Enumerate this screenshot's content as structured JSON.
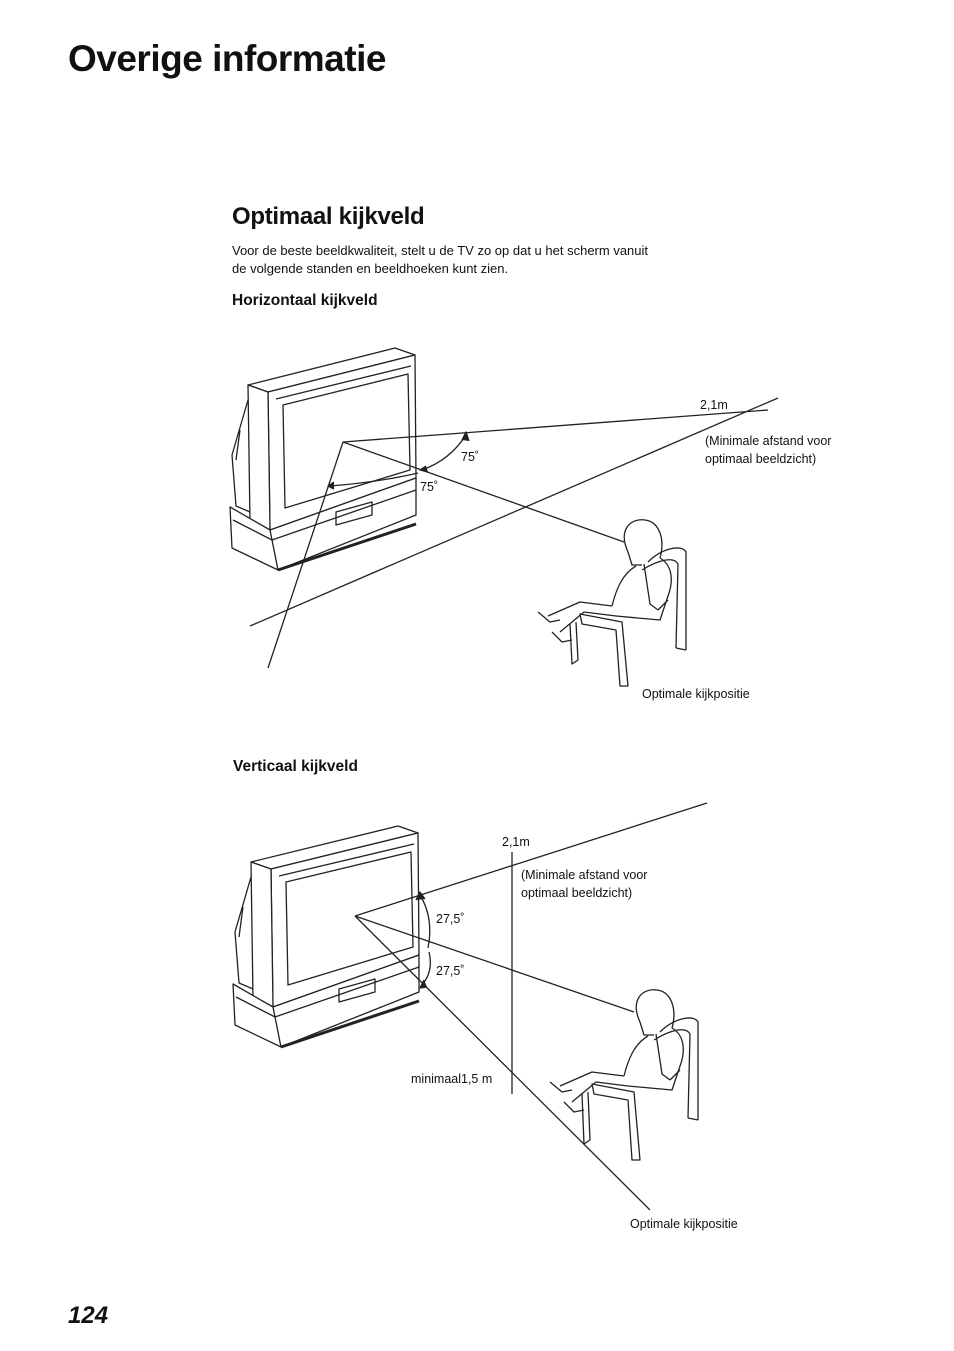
{
  "page": {
    "title": "Overige informatie",
    "page_number": "124"
  },
  "section": {
    "title": "Optimaal kijkveld",
    "intro": "Voor de beste beeldkwaliteit, stelt u de TV zo op dat u het scherm vanuit de volgende standen en beeldhoeken kunt zien."
  },
  "horizontal": {
    "heading": "Horizontaal kijkveld",
    "distance": "2,1m",
    "distance_note_line1": "(Minimale afstand voor",
    "distance_note_line2": "optimaal beeldzicht)",
    "angle_upper": "75˚",
    "angle_lower": "75˚",
    "position_label": "Optimale kijkpositie"
  },
  "vertical": {
    "heading": "Verticaal kijkveld",
    "distance": "2,1m",
    "distance_note_line1": "(Minimale afstand voor",
    "distance_note_line2": "optimaal beeldzicht)",
    "angle_upper": "27,5˚",
    "angle_lower": "27,5˚",
    "minimum": "minimaal1,5 m",
    "position_label": "Optimale kijkpositie"
  }
}
